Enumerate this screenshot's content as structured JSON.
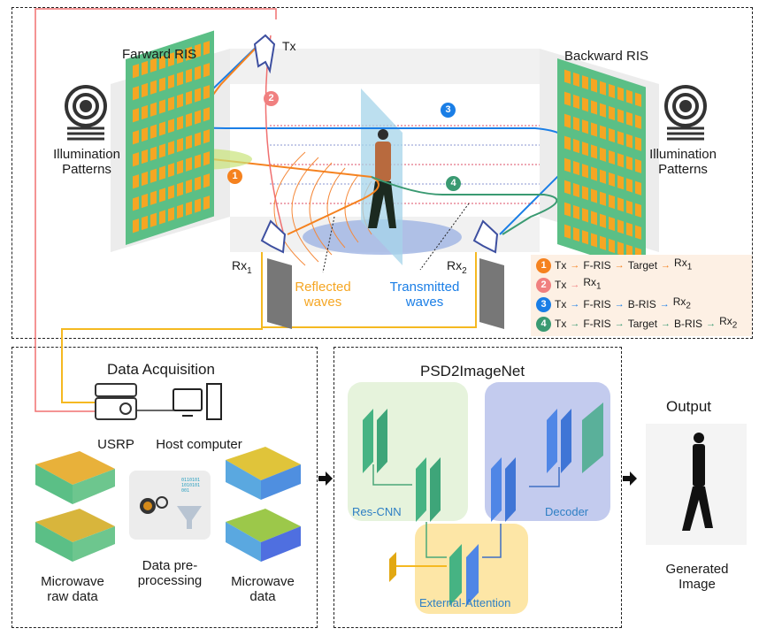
{
  "top_panel": {
    "forward_ris_label": "Farward RIS",
    "backward_ris_label": "Backward RIS",
    "tx_label": "Tx",
    "rx1_label": "Rx",
    "rx1_sub": "1",
    "rx2_label": "Rx",
    "rx2_sub": "2",
    "illumination_left": [
      "Illumination",
      "Patterns"
    ],
    "illumination_right": [
      "Illumination",
      "Patterns"
    ],
    "reflected_waves": [
      "Reflected",
      "waves"
    ],
    "transmitted_waves": [
      "Transmitted",
      "waves"
    ],
    "path_badges": [
      "1",
      "2",
      "3",
      "4"
    ]
  },
  "legend": {
    "rows": [
      {
        "num": "1",
        "color": "#f5821f",
        "steps": [
          "Tx",
          "F-RIS",
          "Target",
          "Rx1"
        ]
      },
      {
        "num": "2",
        "color": "#f08080",
        "steps": [
          "Tx",
          "Rx1"
        ]
      },
      {
        "num": "3",
        "color": "#1a7ee6",
        "steps": [
          "Tx",
          "F-RIS",
          "B-RIS",
          "Rx2"
        ]
      },
      {
        "num": "4",
        "color": "#3a9a72",
        "steps": [
          "Tx",
          "F-RIS",
          "Target",
          "B-RIS",
          "Rx2"
        ]
      }
    ],
    "arrow": "→"
  },
  "data_acquisition": {
    "title": "Data Acquisition",
    "usrp_label": "USRP",
    "host_label": "Host computer",
    "raw_data": [
      "Microwave",
      "raw data"
    ],
    "preprocessing": [
      "Data pre-",
      "processing"
    ],
    "processed_data": [
      "Microwave",
      "data"
    ],
    "binary_lines": [
      "0110101",
      "1010101",
      "001",
      "0",
      "1"
    ]
  },
  "network": {
    "title": "PSD2ImageNet",
    "res_cnn_label": "Res-CNN",
    "decoder_label": "Decoder",
    "attention_label": "External-Attention"
  },
  "output": {
    "title": "Output",
    "caption": [
      "Generated",
      "Image"
    ]
  },
  "colors": {
    "path1": "#f5821f",
    "path2": "#f08080",
    "path3": "#1a7ee6",
    "path4": "#3a9a72",
    "ris_green": "#5bbf86",
    "ris_cell": "#f5a623",
    "res_cnn_bg": "#e6f3dc",
    "decoder_bg": "#c3cbee",
    "attention_bg": "#fde6a6",
    "cable_yellow": "#f5b921",
    "cable_red": "#f07070"
  }
}
